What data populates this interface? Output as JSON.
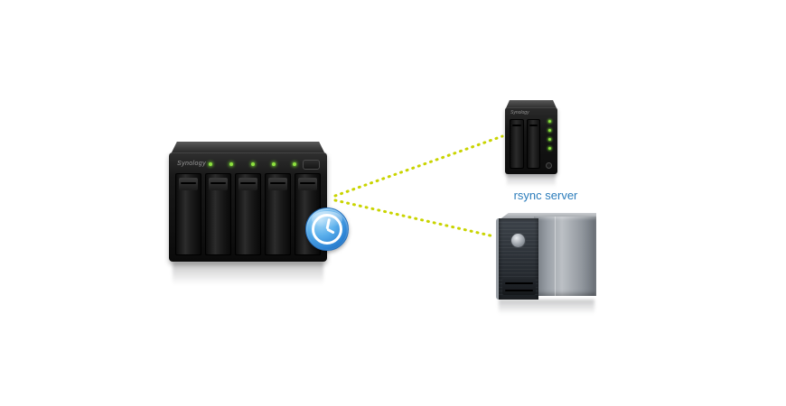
{
  "devices": {
    "main_nas": {
      "logo": "Synology",
      "bay_count": 5
    },
    "expansion_nas": {
      "logo": "Synology",
      "bay_count": 2
    },
    "rsync_server": {
      "label": "rsync server"
    }
  },
  "icons": {
    "backup_clock": "backup-clock-icon"
  },
  "colors": {
    "connection_dots": "#c9d400",
    "label_blue": "#2b7cbb",
    "led_green": "#8ee23f",
    "clock_blue": "#2f86d6"
  },
  "connections": [
    {
      "from": "main-nas",
      "to": "expansion-nas"
    },
    {
      "from": "main-nas",
      "to": "rsync-server"
    }
  ]
}
